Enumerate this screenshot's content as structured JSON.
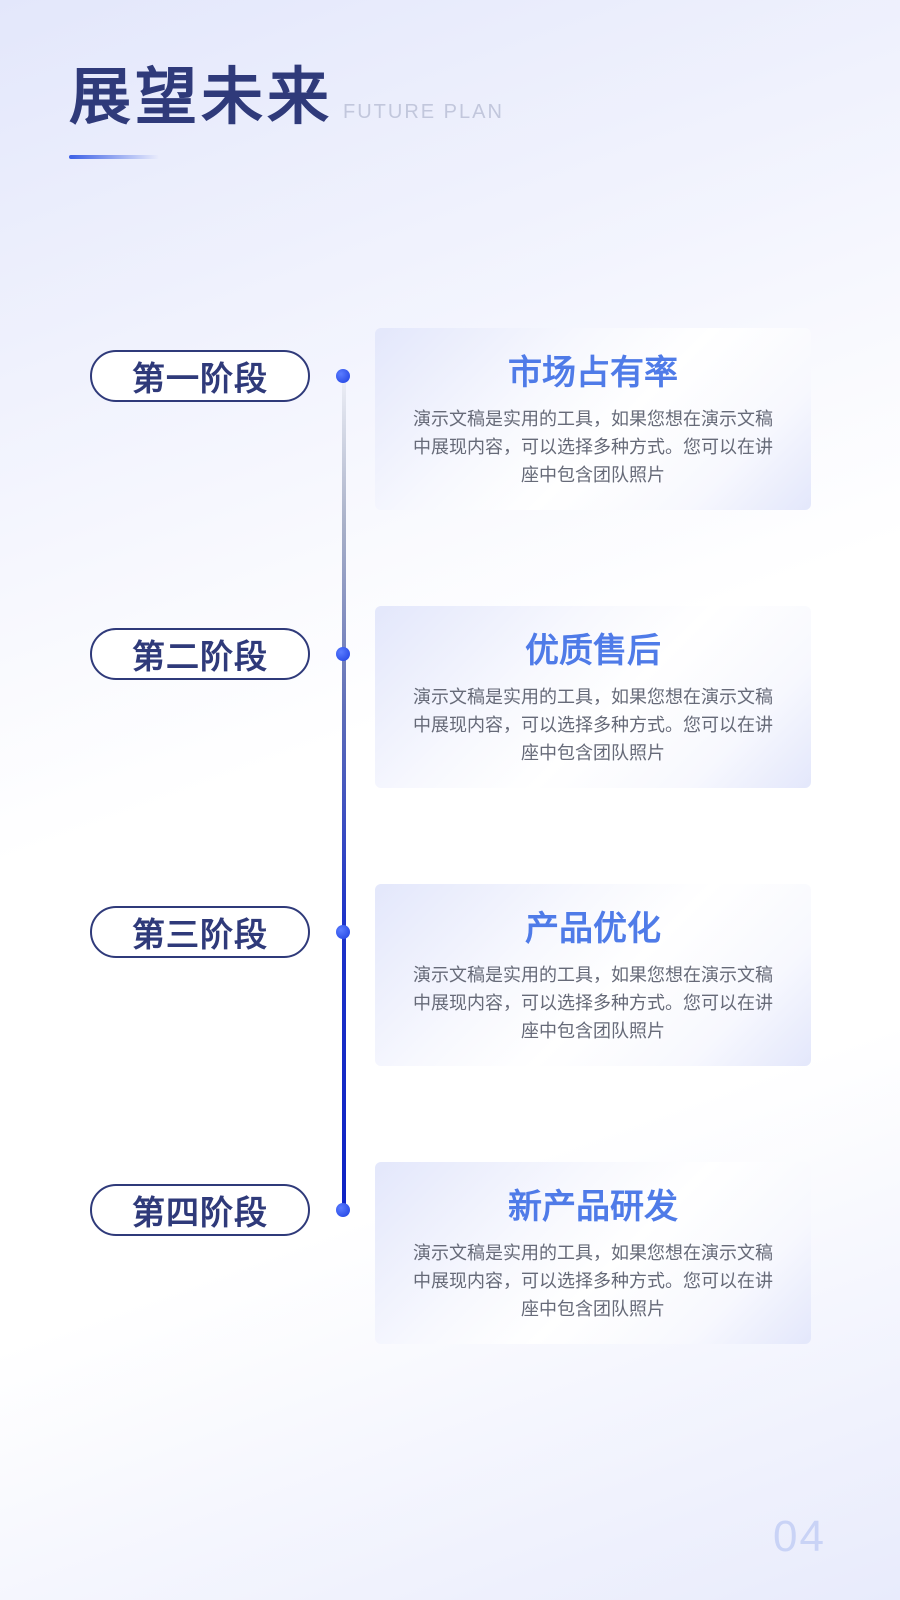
{
  "header": {
    "title_cn": "展望未来",
    "title_en": "FUTURE PLAN"
  },
  "stages": [
    {
      "label": "第一阶段",
      "title": "市场占有率",
      "body": "演示文稿是实用的工具，如果您想在演示文稿中展现内容，可以选择多种方式。您可以在讲座中包含团队照片"
    },
    {
      "label": "第二阶段",
      "title": "优质售后",
      "body": "演示文稿是实用的工具，如果您想在演示文稿中展现内容，可以选择多种方式。您可以在讲座中包含团队照片"
    },
    {
      "label": "第三阶段",
      "title": "产品优化",
      "body": "演示文稿是实用的工具，如果您想在演示文稿中展现内容，可以选择多种方式。您可以在讲座中包含团队照片"
    },
    {
      "label": "第四阶段",
      "title": "新产品研发",
      "body": "演示文稿是实用的工具，如果您想在演示文稿中展现内容，可以选择多种方式。您可以在讲座中包含团队照片"
    }
  ],
  "page_number": "04",
  "colors": {
    "heading": "#2f3a7a",
    "accent": "#4f7be8",
    "timeline_dot": "#1d3fe0"
  }
}
